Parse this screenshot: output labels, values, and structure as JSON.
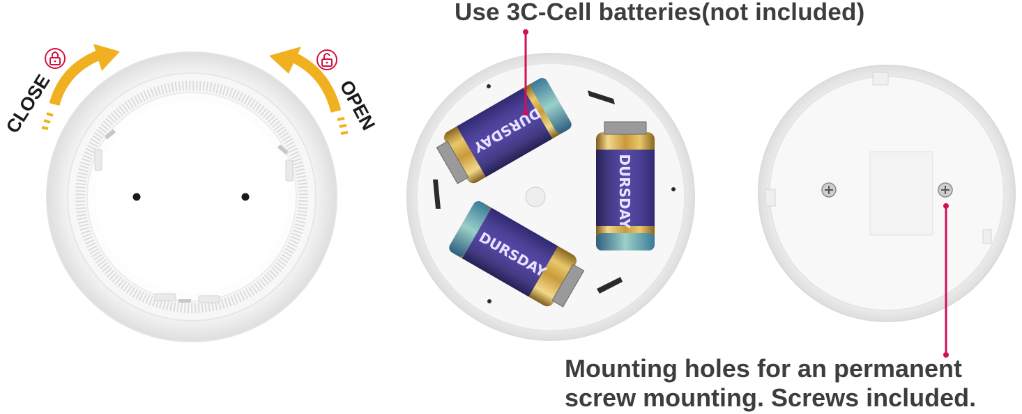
{
  "captions": {
    "batteries": "Use 3C-Cell batteries(not included)",
    "mounting_line1": "Mounting holes for an permanent",
    "mounting_line2": "screw mounting. Screws included."
  },
  "rotation": {
    "close_label": "CLOSE",
    "open_label": "OPEN"
  },
  "battery_brand": "DURSDAY",
  "colors": {
    "arrow": "#f0b020",
    "lock": "#d2123f",
    "pointer": "#d0105a",
    "caption_text": "#3d3d3d"
  },
  "icons": [
    "lock-closed-icon",
    "lock-open-icon",
    "rotate-arrow-icon",
    "screw-icon"
  ]
}
